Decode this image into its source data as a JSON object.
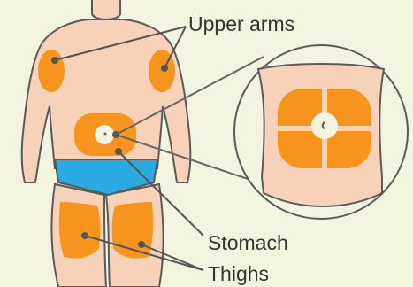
{
  "labels": {
    "upper_arms": "Upper arms",
    "stomach": "Stomach",
    "thighs": "Thighs"
  },
  "colors": {
    "background": "#f3f4df",
    "skin": "#f7d2b8",
    "outline": "#5a5a5a",
    "injection_site": "#f7941d",
    "underwear": "#29abe2",
    "leader_line": "#555555",
    "text": "#333333"
  }
}
